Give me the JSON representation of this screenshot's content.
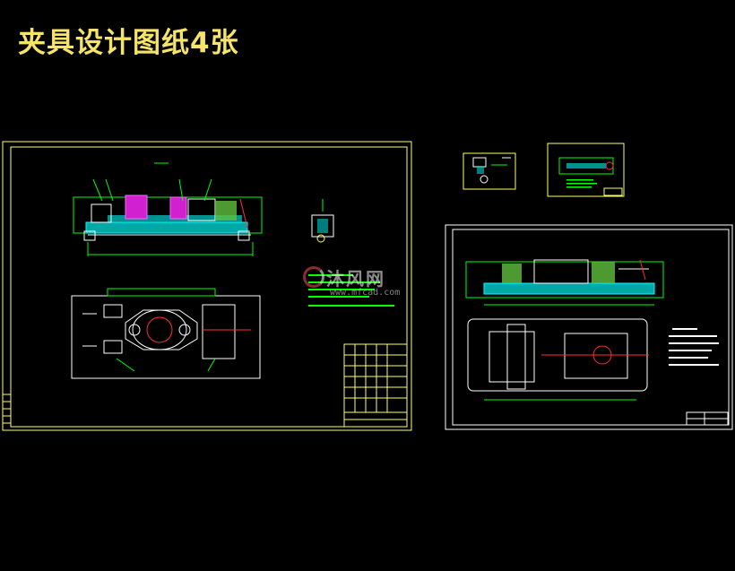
{
  "title": "夹具设计图纸4张",
  "watermark": {
    "text": "沐风网",
    "url": "www.mfcad.com"
  },
  "sheets": [
    "sheet-1",
    "sheet-2",
    "sheet-3",
    "sheet-4"
  ],
  "colors": {
    "background": "#000000",
    "title": "#f6e46a",
    "frame": "#ffff66",
    "lines": "#ffffff",
    "part": "#00d0d0",
    "clamp": "#ff40ff",
    "dim": "#00ff00",
    "accent": "#ff3030"
  }
}
